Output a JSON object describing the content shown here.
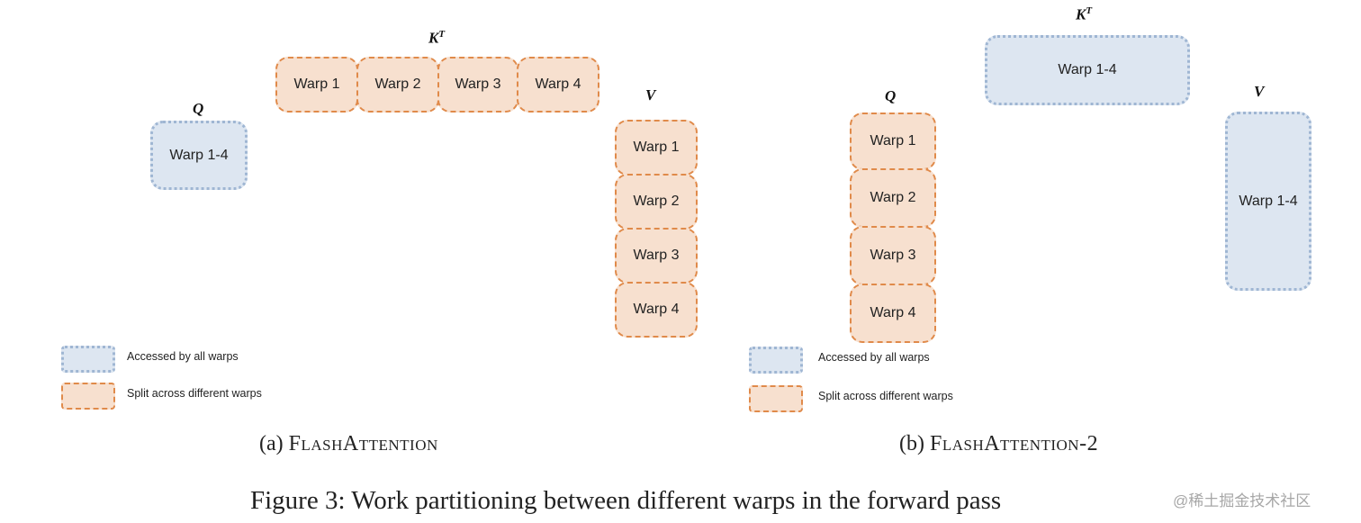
{
  "panel_a": {
    "kt_label": "K",
    "kt_sup": "T",
    "q_label": "Q",
    "v_label": "V",
    "q_block": "Warp 1-4",
    "kt_blocks": [
      "Warp 1",
      "Warp 2",
      "Warp 3",
      "Warp 4"
    ],
    "v_blocks": [
      "Warp 1",
      "Warp 2",
      "Warp 3",
      "Warp 4"
    ],
    "legend": {
      "shared": "Accessed by all warps",
      "split": "Split across different warps"
    },
    "subcaption_prefix": "(a)",
    "subcaption_name": "FlashAttention"
  },
  "panel_b": {
    "kt_label": "K",
    "kt_sup": "T",
    "q_label": "Q",
    "v_label": "V",
    "kt_block": "Warp 1-4",
    "v_block": "Warp 1-4",
    "q_blocks": [
      "Warp 1",
      "Warp 2",
      "Warp 3",
      "Warp 4"
    ],
    "legend": {
      "shared": "Accessed by all warps",
      "split": "Split across different warps"
    },
    "subcaption_prefix": "(b)",
    "subcaption_name": "FlashAttention-2"
  },
  "caption": "Figure 3: Work partitioning between different warps in the forward pass",
  "watermark": "@稀土掘金技术社区",
  "colors": {
    "shared_fill": "#dde6f1",
    "shared_border": "#9fb6d3",
    "split_fill": "#f7e0cf",
    "split_border": "#e08a4a"
  }
}
